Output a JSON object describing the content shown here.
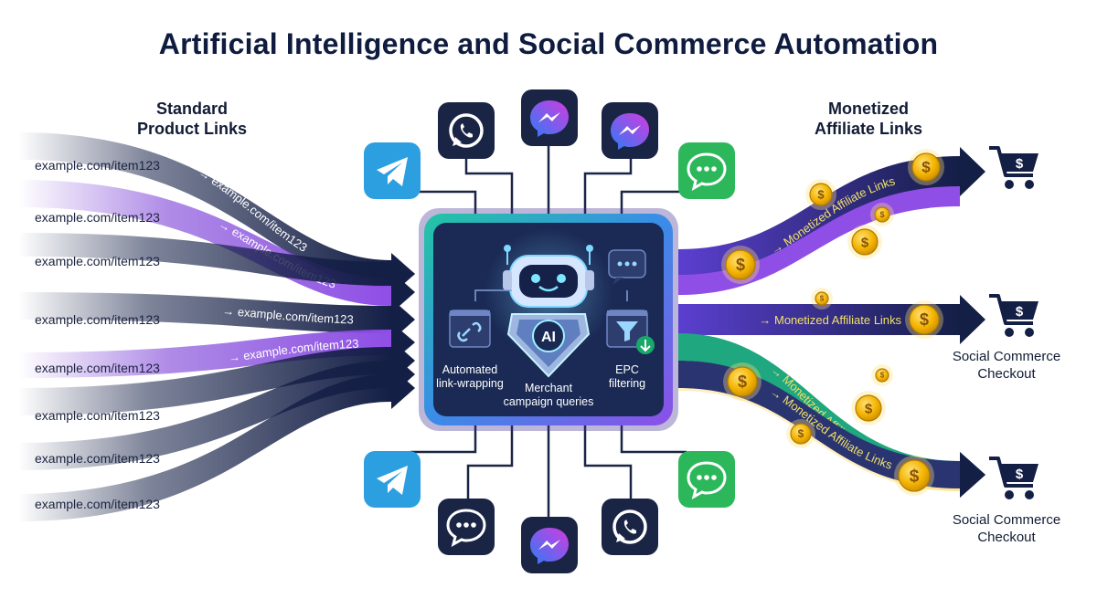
{
  "title": "Artificial Intelligence and Social Commerce Automation",
  "left_heading": "Standard\nProduct Links",
  "right_heading": "Monetized\nAffiliate Links",
  "product_link_text": "example.com/item123",
  "affiliate_link_text": "Monetized Affiliate Links",
  "core": {
    "badge": "AI",
    "labels": {
      "link_wrapping": "Automated\nlink-wrapping",
      "campaign_queries": "Merchant\ncampaign queries",
      "epc_filtering": "EPC\nfiltering"
    }
  },
  "checkout_label": "Social Commerce\nCheckout",
  "platform_icons_top": [
    "telegram-icon",
    "whatsapp-icon",
    "messenger-icon",
    "messenger-icon",
    "chat-bubble-icon"
  ],
  "platform_icons_bottom": [
    "telegram-icon",
    "chat-bubble-icon",
    "messenger-icon",
    "whatsapp-icon",
    "chat-bubble-icon"
  ],
  "colors": {
    "navy": "#141f46",
    "purple": "#7a3fd6",
    "core_border": "#22c5a4",
    "core_fill": "#1a2a55",
    "telegram": "#2c9fe0",
    "whatsapp": "#25c160",
    "messenger_a": "#2f7bf5",
    "messenger_b": "#d23be0",
    "chat_green": "#2cb85a",
    "coin": "#f3b400",
    "affiliate_text": "#f0e06a"
  }
}
